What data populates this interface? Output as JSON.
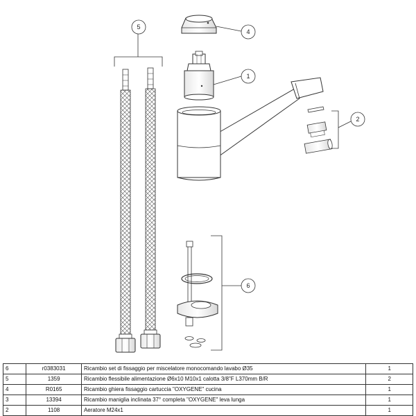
{
  "callouts": [
    {
      "number": "1"
    },
    {
      "number": "2"
    },
    {
      "number": "4"
    },
    {
      "number": "5"
    },
    {
      "number": "6"
    }
  ],
  "parts_table": {
    "rows": [
      {
        "pos": "6",
        "code": "r0383031",
        "description": "Ricambio set di fissaggio per miscelatore monocomando lavabo Ø35",
        "qty": "1"
      },
      {
        "pos": "5",
        "code": "1359",
        "description": "Ricambio flessibile alimentazione Ø6x10 M10x1 calotta 3/8\"F L370mm B/R",
        "qty": "2"
      },
      {
        "pos": "4",
        "code": "R0165",
        "description": "Ricambio ghiera fissaggio cartuccia \"OXYGENE\" cucina",
        "qty": "1"
      },
      {
        "pos": "3",
        "code": "13394",
        "description": " Ricambio maniglia inclinata 37° completa \"OXYGENE\" leva lunga",
        "qty": "1"
      },
      {
        "pos": "2",
        "code": "1108",
        "description": "Aeratore M24x1",
        "qty": "1"
      }
    ]
  }
}
